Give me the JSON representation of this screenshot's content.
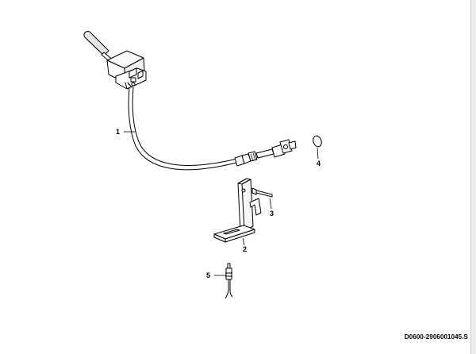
{
  "drawing_id": "D0600-2906001045.S",
  "callouts": {
    "c1": "1",
    "c2": "2",
    "c3": "3",
    "c4": "4",
    "c5": "5"
  },
  "parts": [
    {
      "callout": "1",
      "part": "gear-shift-lever-and-control-cable"
    },
    {
      "callout": "2",
      "part": "mounting-bracket"
    },
    {
      "callout": "3",
      "part": "bolt"
    },
    {
      "callout": "4",
      "part": "washer"
    },
    {
      "callout": "5",
      "part": "sensor-pin"
    }
  ]
}
